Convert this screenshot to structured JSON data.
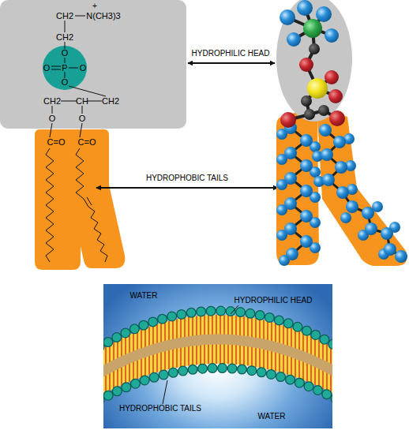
{
  "diagram": {
    "nodes": [
      {
        "text": [
          "+",
          "CH2",
          "N(CH3)3",
          "CH2",
          "O",
          "O",
          "P",
          "O",
          "O",
          "CH2",
          "CH",
          "CH2",
          "O",
          "O"
        ]
      },
      {
        "text": [
          "C=O"
        ]
      },
      {
        "text": [
          "C=O"
        ]
      },
      {
        "text": [
          "WATER",
          "HYDROPHILIC HEAD",
          "HYDROPHOBIC TAILS",
          "WATER"
        ]
      }
    ],
    "labels": [
      "HYDROPHILIC HEAD",
      "HYDROPHOBIC TAILS"
    ]
  }
}
